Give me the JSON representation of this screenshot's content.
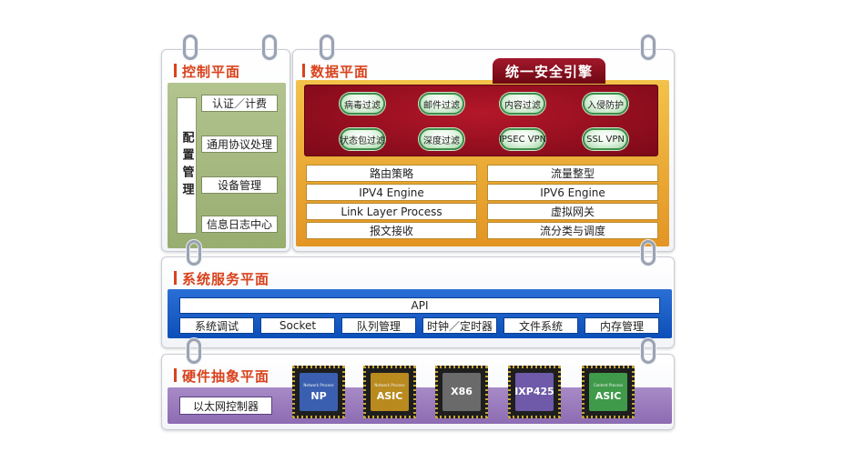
{
  "control_plane": {
    "title": "控制平面",
    "vertical_label": "配置管理",
    "items": [
      "认证／计费",
      "通用协议处理",
      "设备管理",
      "信息日志中心"
    ]
  },
  "data_plane": {
    "title": "数据平面",
    "engine_tab": "统一安全引擎",
    "filters_row1": [
      "病毒过滤",
      "邮件过滤",
      "内容过滤",
      "入侵防护"
    ],
    "filters_row2": [
      "状态包过滤",
      "深度过滤",
      "IPSEC VPN",
      "SSL VPN"
    ],
    "left_items": [
      "路由策略",
      "IPV4 Engine",
      "Link Layer Process",
      "报文接收"
    ],
    "right_items": [
      "流量整型",
      "IPV6 Engine",
      "虚拟网关",
      "流分类与调度"
    ]
  },
  "system_service": {
    "title": "系统服务平面",
    "api": "API",
    "items": [
      "系统调试",
      "Socket",
      "队列管理",
      "时钟／定时器",
      "文件系统",
      "内存管理"
    ]
  },
  "hardware": {
    "title": "硬件抽象平面",
    "ethernet": "以太网控制器",
    "chips": [
      {
        "sub": "Network Process",
        "name": "NP",
        "color": "#3a5fb0"
      },
      {
        "sub": "Network Process",
        "name": "ASIC",
        "color": "#b98a1e"
      },
      {
        "sub": "",
        "name": "X86",
        "color": "#6a6a6a"
      },
      {
        "sub": "",
        "name": "IXP425",
        "color": "#6e5aa8"
      },
      {
        "sub": "Content Process",
        "name": "ASIC",
        "color": "#3f9a4a"
      }
    ]
  },
  "colors": {
    "title_red": "#d9421c",
    "control_green": "#a6b97f",
    "data_orange": "#eaa431",
    "engine_red": "#8f0f20",
    "service_blue": "#1a5cc7",
    "hardware_purple": "#9a7bbd"
  }
}
